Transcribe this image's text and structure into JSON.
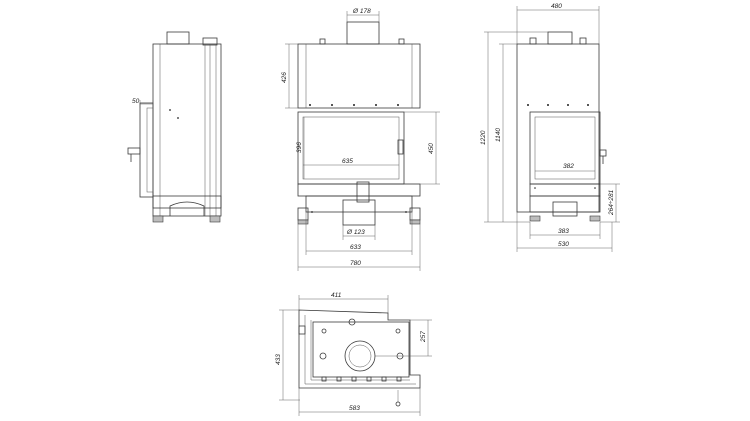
{
  "dimensions": {
    "side_depth": "50",
    "flue_diameter_top": "Ø 178",
    "front_top_height": "426",
    "front_glass_height": "396",
    "front_glass_width": "635",
    "front_opening_height": "450",
    "front_inner_width": "633",
    "front_total_width": "780",
    "front_air_inlet": "Ø 123",
    "rear_top_width": "480",
    "rear_total_height": "1220",
    "rear_body_height": "1140",
    "rear_inner_width": "382",
    "rear_leg_range": "264÷281",
    "rear_mid_width": "383",
    "rear_total_width": "530",
    "plan_top_width": "411",
    "plan_offset": "257",
    "plan_depth": "433",
    "plan_total_width": "583"
  }
}
